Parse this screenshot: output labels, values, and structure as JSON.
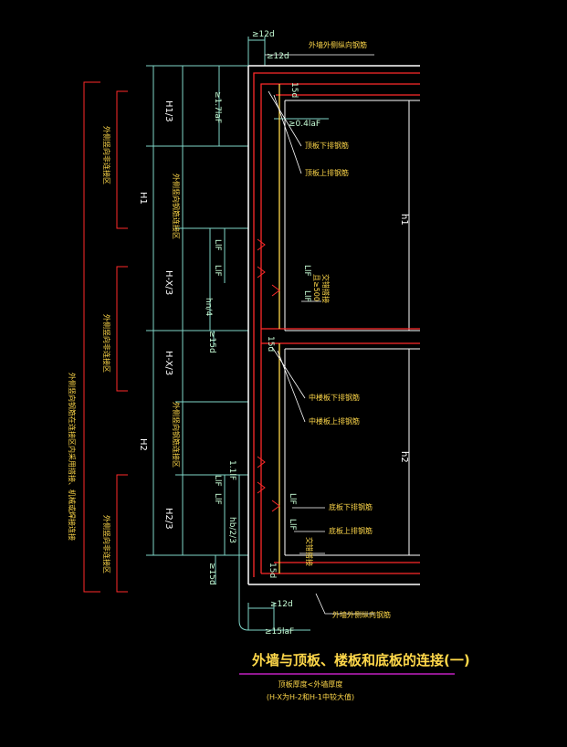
{
  "labels": {
    "outer_wall_top": "外墙外侧纵向钢筋",
    "outer_wall_bottom": "外墙外侧纵向钢筋",
    "top_slab_lower": "顶板下排钢筋",
    "top_slab_upper": "顶板上排钢筋",
    "mid_slab_lower": "中楼板下排钢筋",
    "mid_slab_upper": "中楼板上排钢筋",
    "bot_slab_lower": "底板下排钢筋",
    "bot_slab_upper": "底板上排钢筋",
    "staggered_mid": "交错搭接",
    "staggered_mid2": "且≥500",
    "staggered_bot": "交错搭接",
    "left_long": "外侧竖向钢筋在连接区内采用搭接、机械或焊接连接",
    "left_top": "外侧竖向非连接区",
    "left_mid": "外侧竖向非连接区",
    "left_bot": "外侧竖向非连接区",
    "vert_zone_upper": "外侧竖向钢筋连接区",
    "vert_zone_lower": "外侧竖向钢筋连接区"
  },
  "dims": {
    "d12_top": "≥12d",
    "d12_top2": "≥12d",
    "d15_top": "15d",
    "la_top": "≥1.7laF",
    "la_04": "≥0.4laF",
    "h1_3": "H1/3",
    "h1": "H1",
    "hx_3a": "H-X/3",
    "hx_3b": "H-X/3",
    "hn4": "hn/4",
    "d15_mid": "≥15d",
    "d15_mid2": "15d",
    "lf1": "LlF",
    "lf2": "LlF",
    "lf3": "LlF",
    "lf4": "LlF",
    "h2": "H2",
    "h2_3": "H2/3",
    "hb23": "hb/2/3",
    "lf11": "1.1lF",
    "d15_bot": "≥15d",
    "d15_bot2": "15d",
    "d12_bot": "≥12d",
    "la_bot": "≥15laF",
    "lf_mid_a": "LlF",
    "lf_mid_b": "LlF",
    "lf_bot_a": "LlF",
    "lf_bot_b": "LlF",
    "room_h1": "h1",
    "room_h2": "h2"
  },
  "title": {
    "main": "外墙与顶板、楼板和底板的连接(一)",
    "note1": "顶板厚度<外墙厚度",
    "note2": "(H-X为H-2和H-1中较大值)"
  },
  "colors": {
    "red": "#ff2a2a",
    "cyan": "#7fd6c8",
    "yellow": "#ffd84a",
    "orange": "#ff9a3c",
    "magenta": "#c020c0",
    "white": "#ffffff",
    "green": "#c8ffd8"
  }
}
